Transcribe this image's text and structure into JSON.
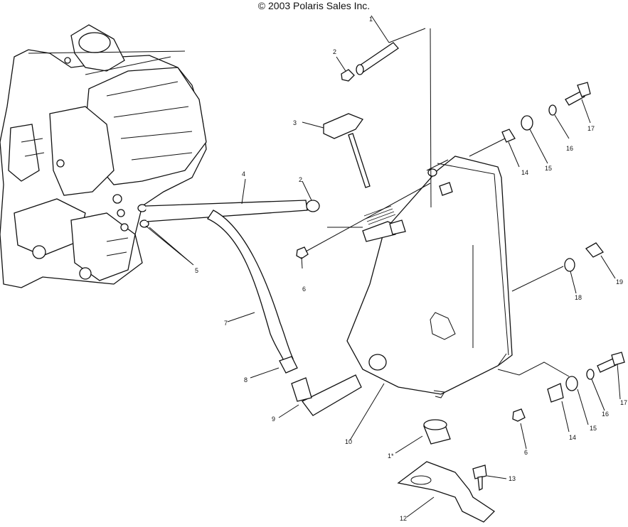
{
  "copyright": "© 2003 Polaris Sales Inc.",
  "callouts": {
    "c1a": "1",
    "c2a": "2",
    "c3": "3",
    "c4": "4",
    "c2b": "2",
    "c5": "5",
    "c6a": "6",
    "c7": "7",
    "c8": "8",
    "c9": "9",
    "c10": "10",
    "c1b": "1*",
    "c12": "12",
    "c13": "13",
    "c6b": "6",
    "c14a": "14",
    "c15a": "15",
    "c16a": "16",
    "c17a": "17",
    "c14b": "14",
    "c15b": "15",
    "c16b": "16",
    "c17b": "17",
    "c18": "18",
    "c19": "19"
  }
}
